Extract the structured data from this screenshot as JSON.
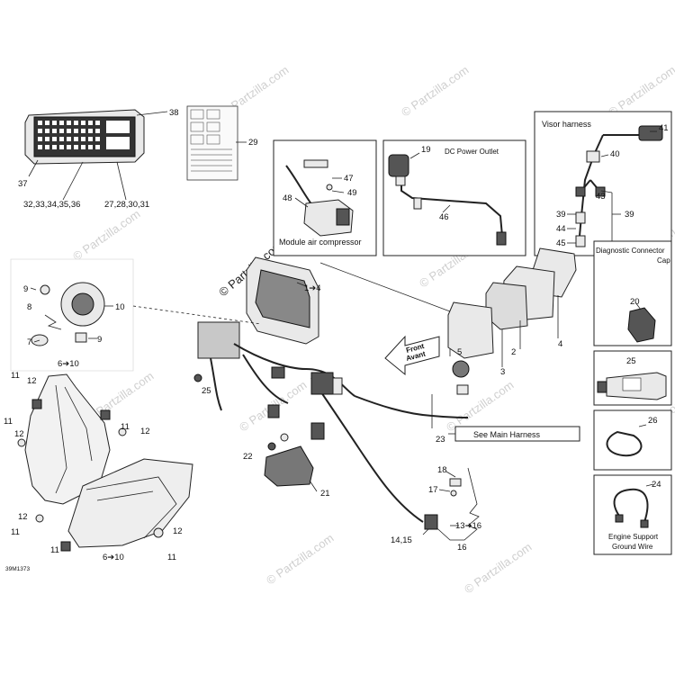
{
  "watermark": "© Partzilla.com",
  "diagram_code": "39M1373",
  "boxes": {
    "module_air_compressor": "Module air compressor",
    "dc_power_outlet": "DC Power Outlet",
    "visor_harness": "Visor harness",
    "diagnostic_connector_cap": [
      "Diagnostic Connector",
      "Cap"
    ],
    "engine_support_ground_wire": [
      "Engine Support",
      "Ground Wire"
    ],
    "see_main_harness": "See Main Harness"
  },
  "direction_arrow": [
    "Front",
    "Avant"
  ],
  "callouts": {
    "c38": "38",
    "c37": "37",
    "c32": "32,33,34,35,36",
    "c27": "27,28,30,31",
    "c29": "29",
    "c47": "47",
    "c48": "48",
    "c49": "49",
    "c19": "19",
    "c46": "46",
    "c41": "41",
    "c40": "40",
    "c43": "43",
    "c39a": "39",
    "c39b": "39",
    "c44": "44",
    "c45": "45",
    "c20": "20",
    "c25b": "25",
    "c26": "26",
    "c24": "24",
    "c1to4": "1➔4",
    "c2": "2",
    "c3": "3",
    "c4": "4",
    "c5": "5",
    "c9a": "9",
    "c10": "10",
    "c8": "8",
    "c7": "7",
    "c9b": "9",
    "c6to10a": "6➔10",
    "c11a": "11",
    "c12a": "12",
    "c11b": "11",
    "c12b": "12",
    "c11c": "11",
    "c12c": "12",
    "c12d": "12",
    "c11d": "11",
    "c12e": "12",
    "c11e": "11",
    "c11f": "11",
    "c6to10b": "6➔10",
    "c25a": "25",
    "c22": "22",
    "c21": "21",
    "c23": "23",
    "c18": "18",
    "c17": "17",
    "c13to16": "13➔16",
    "c14": "14,15",
    "c16": "16"
  }
}
